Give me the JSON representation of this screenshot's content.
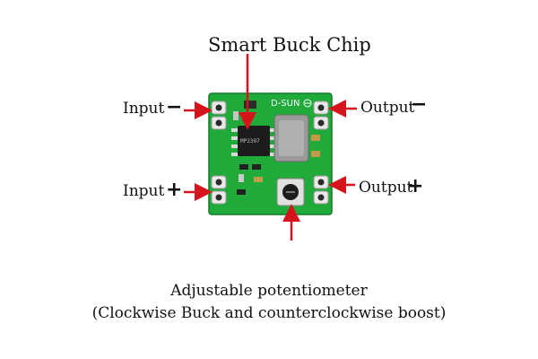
{
  "labels": {
    "chip": "Smart Buck Chip",
    "input_minus": "Input",
    "input_minus_sign": "−",
    "input_plus": "Input",
    "input_plus_sign": "+",
    "output_minus": "Output",
    "output_minus_sign": "−",
    "output_plus": "Output",
    "output_plus_sign": "+"
  },
  "board": {
    "silkscreen": "D-SUN",
    "chip_marking": "MP2307",
    "pcb_color": "#1faa3a",
    "arrow_color": "#d6141b"
  },
  "caption": {
    "line1": "Adjustable potentiometer",
    "line2": "(Clockwise Buck and counterclockwise boost)"
  }
}
